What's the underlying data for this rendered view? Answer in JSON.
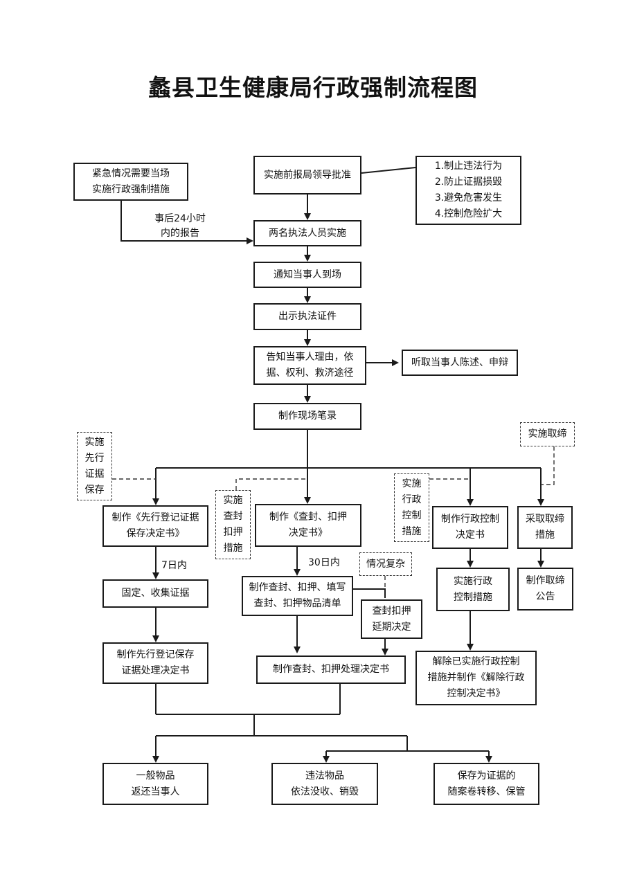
{
  "title": "蠡县卫生健康局行政强制流程图",
  "nodes": {
    "emergency": "紧急情况需要当场\n实施行政强制措施",
    "approval": "实施前报局领导批准",
    "purposes": "1.制止违法行为\n2.防止证据损毁\n3.避免危害发生\n4.控制危险扩大",
    "two_officers": "两名执法人员实施",
    "notify_party": "通知当事人到场",
    "show_credentials": "出示执法证件",
    "inform_party": "告知当事人理由，依\n据、权利、救济途径",
    "hear_statement": "听取当事人陈述、申辩",
    "onsite_record": "制作现场笔录",
    "pre_register_decision": "制作《先行登记证据\n保存决定书》",
    "seal_decision": "制作《查封、扣押\n决定书》",
    "control_decision": "制作行政控制\n决定书",
    "ban_measures": "采取取缔\n措施",
    "fix_collect_evidence": "固定、收集证据",
    "seal_list": "制作查封、扣押、填写\n查封、扣押物品清单",
    "seal_extension": "查封扣押\n延期决定",
    "implement_control": "实施行政\n控制措施",
    "ban_notice": "制作取缔\n公告",
    "pre_register_handling": "制作先行登记保存\n证据处理决定书",
    "seal_handling": "制作查封、扣押处理决定书",
    "lift_control": "解除已实施行政控制\n措施并制作《解除行政\n控制决定书》",
    "return_items": "一般物品\n返还当事人",
    "confiscate_items": "违法物品\n依法没收、销毁",
    "archive_items": "保存为证据的\n随案卷转移、保管"
  },
  "dashed_nodes": {
    "pre_register": "实施\n先行\n证据\n保存",
    "seal": "实施\n查封\n扣押\n措施",
    "control": "实施\n行政\n控制\n措施",
    "ban": "实施取缔",
    "complex": "情况复杂"
  },
  "labels": {
    "report_24h": "事后24小时\n内的报告",
    "within_7_days": "7日内",
    "within_30_days": "30日内"
  }
}
